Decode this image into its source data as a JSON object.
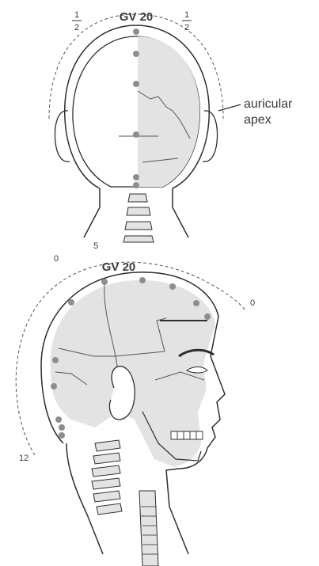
{
  "top_view": {
    "point_label": "GV 20",
    "fraction_left": {
      "numerator": "1",
      "denominator": "2"
    },
    "fraction_right": {
      "numerator": "1",
      "denominator": "2"
    },
    "landmark_label_line1": "auricular",
    "landmark_label_line2": "apex"
  },
  "side_view": {
    "point_label": "GV 20",
    "scale_0_right": "0",
    "scale_0_top": "0",
    "scale_5": "5",
    "scale_12": "12"
  },
  "colors": {
    "point": "#8e8e8e",
    "skull_fill": "#e3e3e3",
    "outline": "#2e2e2e"
  }
}
